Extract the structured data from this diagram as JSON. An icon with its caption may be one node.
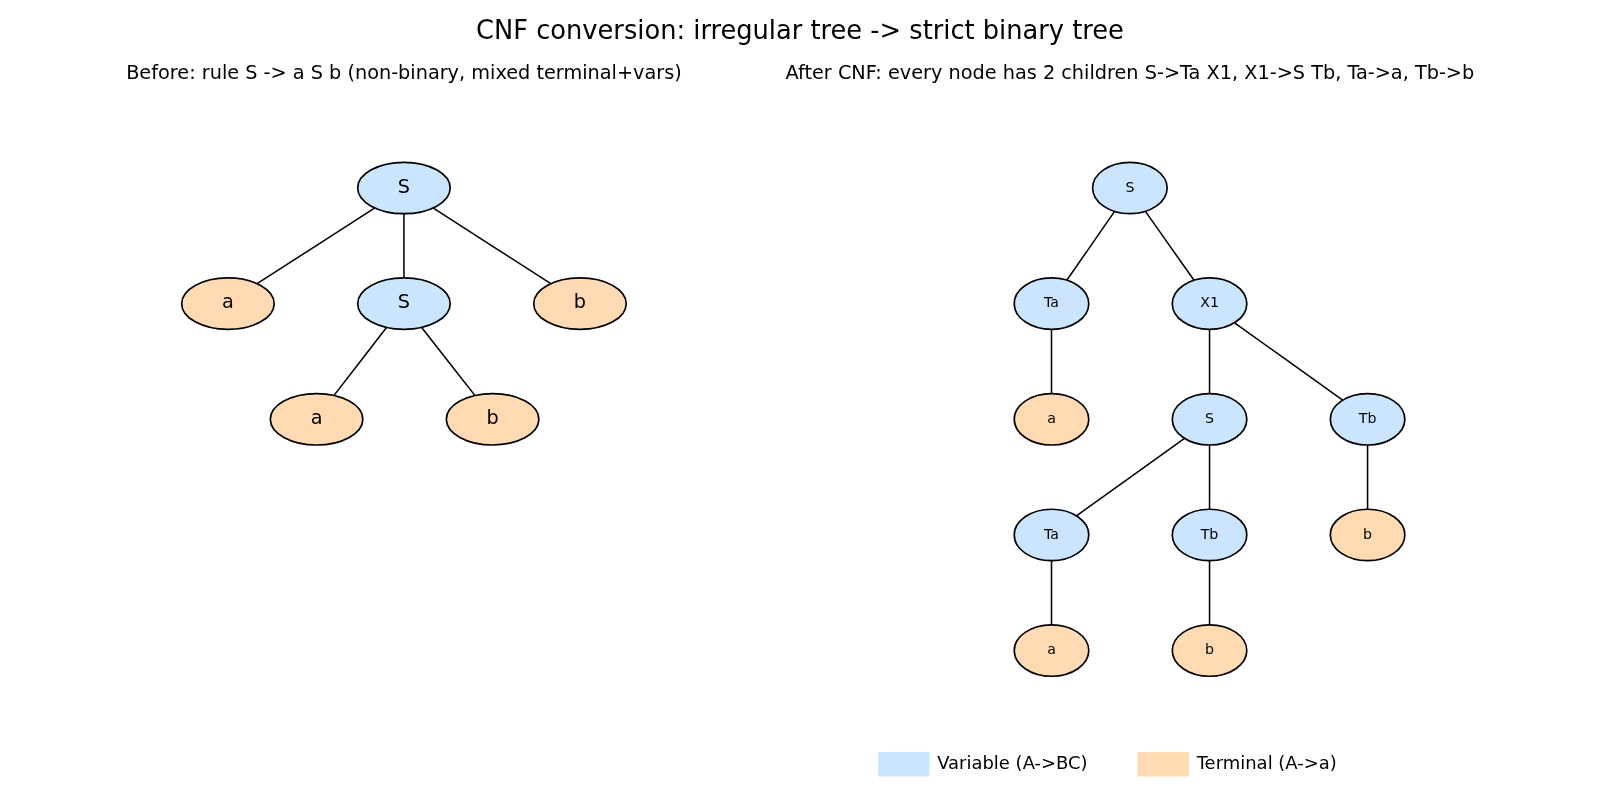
{
  "diagram": {
    "title": "CNF conversion: irregular tree -> strict binary tree",
    "nodes": [
      {
        "text": [
          "S"
        ]
      },
      {
        "text": [
          "a"
        ]
      },
      {
        "text": [
          "S"
        ]
      },
      {
        "text": [
          "b"
        ]
      },
      {
        "text": [
          "a"
        ]
      },
      {
        "text": [
          "b"
        ]
      },
      {
        "text": [
          "S"
        ]
      },
      {
        "text": [
          "Ta"
        ]
      },
      {
        "text": [
          "X1"
        ]
      },
      {
        "text": [
          "a"
        ]
      },
      {
        "text": [
          "S"
        ]
      },
      {
        "text": [
          "Tb"
        ]
      },
      {
        "text": [
          "Ta"
        ]
      },
      {
        "text": [
          "Tb"
        ]
      },
      {
        "text": [
          "b"
        ]
      },
      {
        "text": [
          "a"
        ]
      },
      {
        "text": [
          "b"
        ]
      }
    ],
    "edges": [
      {
        "from": 0,
        "to": 1,
        "arrow": "none"
      },
      {
        "from": 0,
        "to": 2,
        "arrow": "none"
      },
      {
        "from": 0,
        "to": 3,
        "arrow": "none"
      },
      {
        "from": 2,
        "to": 4,
        "arrow": "none"
      },
      {
        "from": 2,
        "to": 5,
        "arrow": "none"
      },
      {
        "from": 6,
        "to": 7,
        "arrow": "none"
      },
      {
        "from": 6,
        "to": 8,
        "arrow": "none"
      },
      {
        "from": 7,
        "to": 9,
        "arrow": "none"
      },
      {
        "from": 8,
        "to": 10,
        "arrow": "none"
      },
      {
        "from": 8,
        "to": 11,
        "arrow": "none"
      },
      {
        "from": 10,
        "to": 12,
        "arrow": "none"
      },
      {
        "from": 10,
        "to": 13,
        "arrow": "none"
      },
      {
        "from": 11,
        "to": 14,
        "arrow": "none"
      },
      {
        "from": 12,
        "to": 15,
        "arrow": "none"
      },
      {
        "from": 13,
        "to": 16,
        "arrow": "none"
      }
    ],
    "labels": [
      "Before: rule S -> a S b (non-binary, mixed terminal+vars)",
      "After CNF: every node has 2 children S->Ta X1, X1->S Tb, Ta->a, Tb->b"
    ],
    "legend": [
      {
        "text": "Variable (A->BC)",
        "color": "#cce5ff"
      },
      {
        "text": "Terminal (A->a)",
        "color": "#ffdab3"
      }
    ]
  }
}
